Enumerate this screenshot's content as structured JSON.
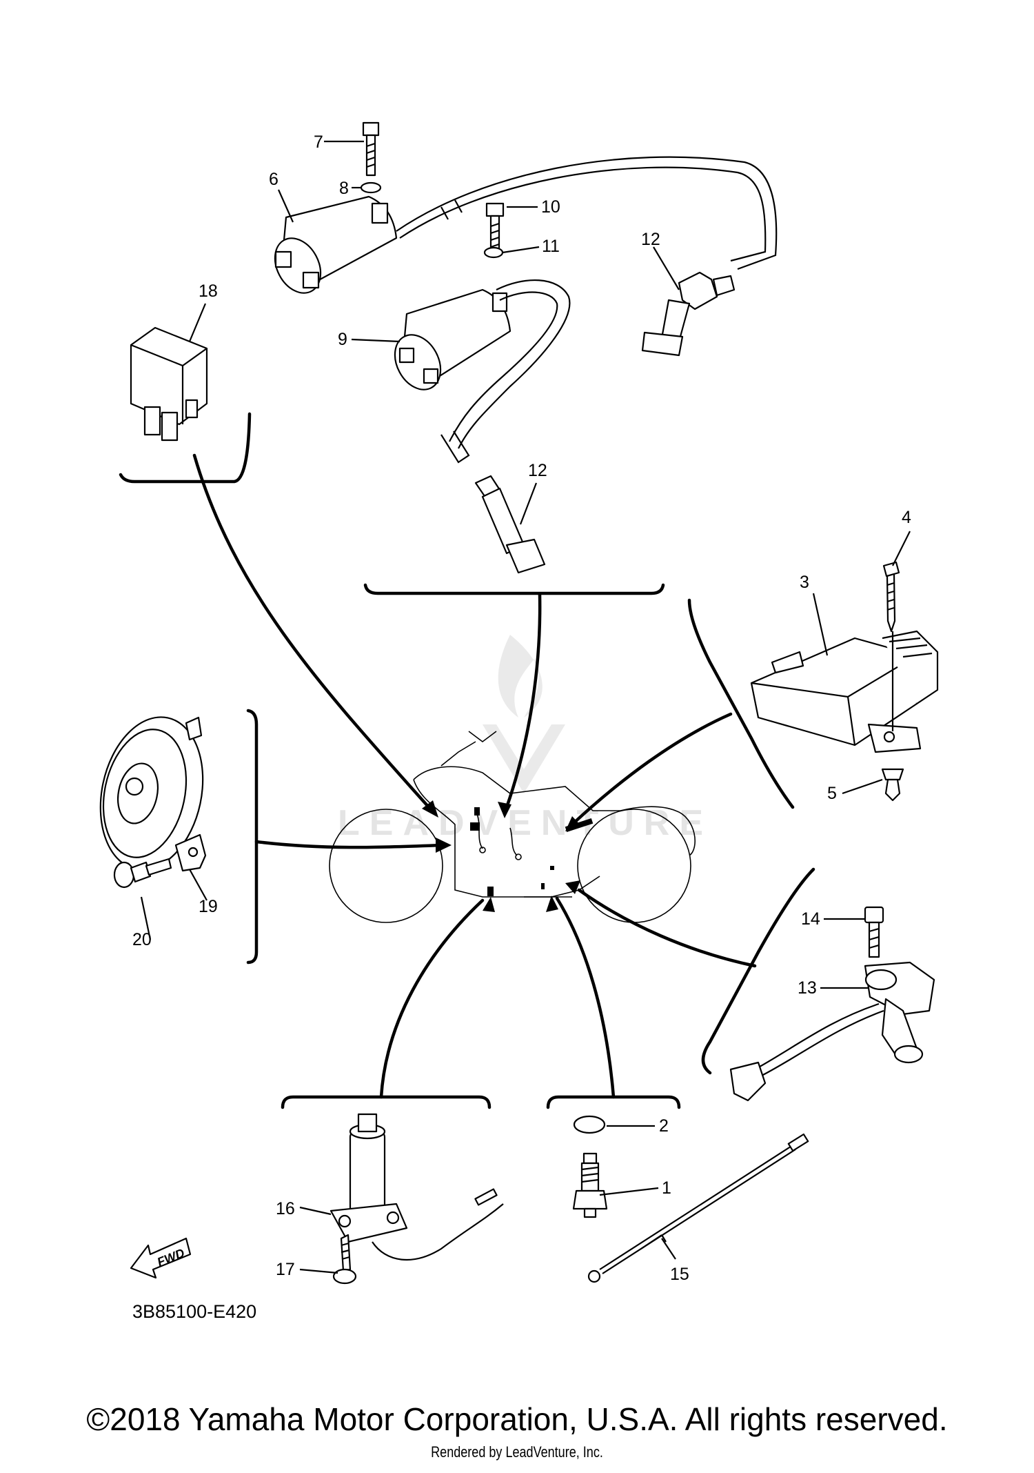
{
  "diagram_code": "3B85100-E420",
  "copyright": "©2018 Yamaha Motor Corporation, U.S.A. All rights reserved.",
  "rendered_by": "Rendered by LeadVenture, Inc.",
  "watermark": "LEADVENTURE",
  "fwd_label": "FWD",
  "callouts": [
    "1",
    "2",
    "3",
    "4",
    "5",
    "6",
    "7",
    "8",
    "9",
    "10",
    "11",
    "12",
    "12",
    "13",
    "14",
    "15",
    "16",
    "17",
    "18",
    "19",
    "20"
  ]
}
